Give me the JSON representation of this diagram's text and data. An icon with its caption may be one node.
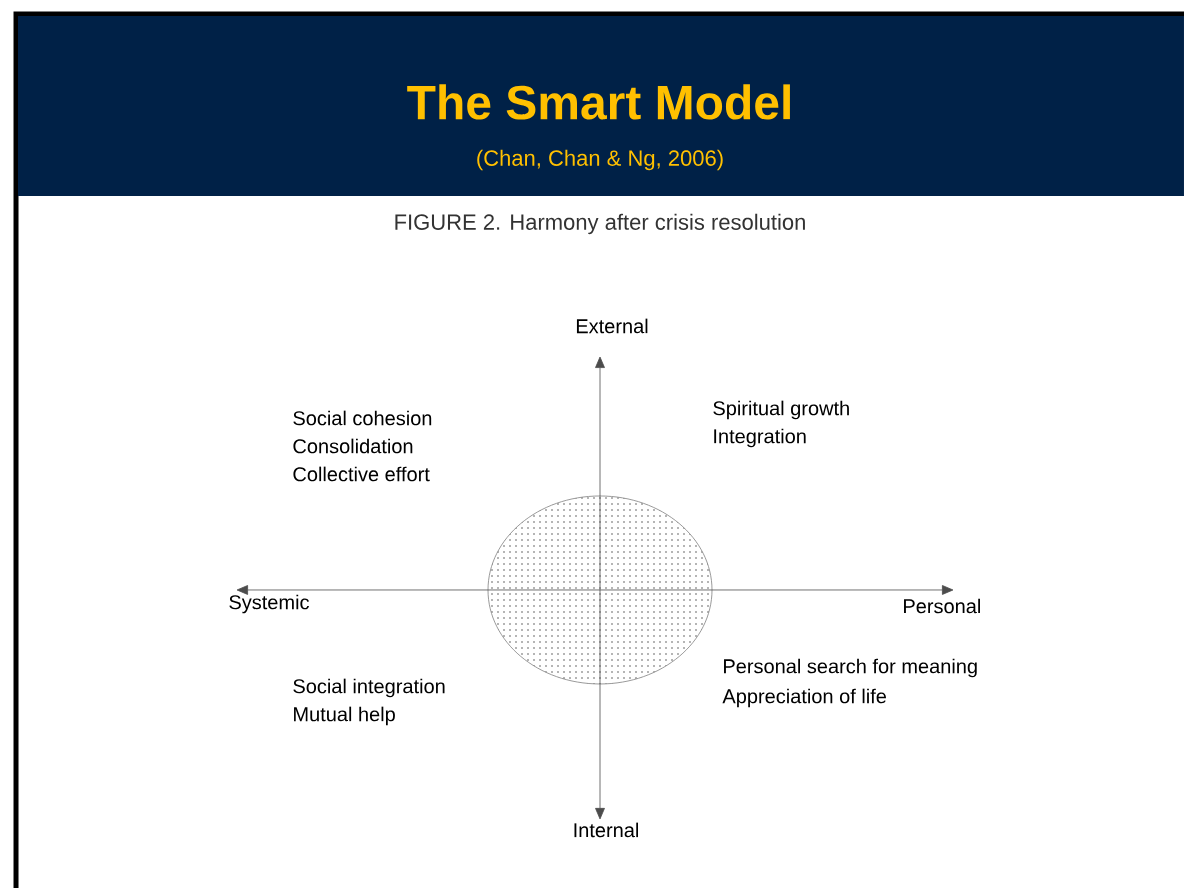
{
  "diagram": {
    "title": "The Smart Model",
    "caption": "FIGURE 2. Harmony after crisis resolution",
    "nodes": [
      {
        "text": [],
        "shape": "circle"
      }
    ],
    "labels": [
      "(Chan, Chan & Ng, 2006)",
      "External",
      "Social cohesion",
      "Consolidation",
      "Collective effort",
      "Spiritual growth",
      "Integration",
      "Systemic",
      "Personal",
      "Social integration",
      "Mutual help",
      "Personal search for meaning",
      "Appreciation of life",
      "Internal"
    ]
  }
}
